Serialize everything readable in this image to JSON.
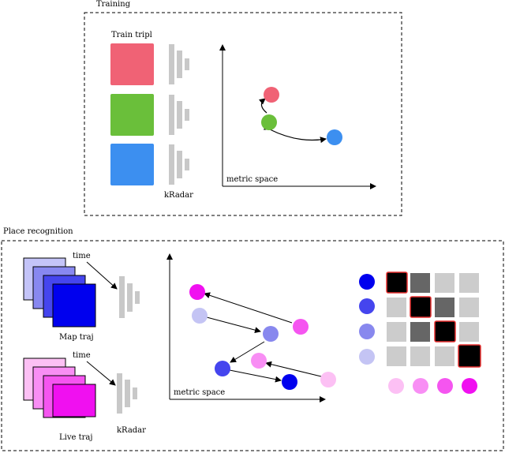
{
  "training": {
    "title": "Training",
    "triplet_label": "Train tripl",
    "encoder_label": "kRadar",
    "space_label": "metric space",
    "colors": {
      "anchor": "#f06275",
      "positive": "#6abf3a",
      "negative": "#3c8ff0"
    }
  },
  "place_recognition": {
    "title": "Place recognition",
    "time_label_map": "time",
    "time_label_live": "time",
    "map_label": "Map traj",
    "live_label": "Live traj",
    "encoder_label": "kRadar",
    "space_label": "metric space",
    "colors": {
      "map_1": "#0000ee",
      "map_2": "#4545ee",
      "map_3": "#8888ee",
      "map_4": "#c4c4f4",
      "live_1": "#fcc0f4",
      "live_2": "#f88ef4",
      "live_3": "#f555f0",
      "live_4": "#f010f0",
      "match_border": "#e83030",
      "match_fill": "#000000",
      "cell_dark": "#666666",
      "cell_light": "#cccccc"
    }
  }
}
